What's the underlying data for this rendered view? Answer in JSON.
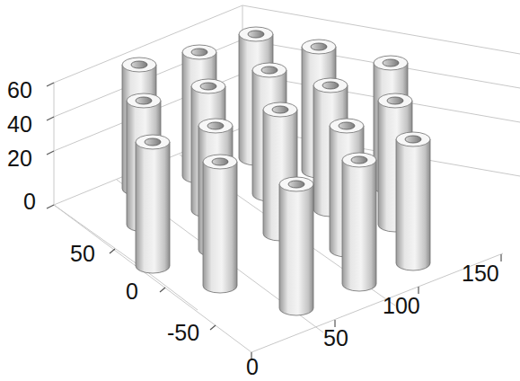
{
  "diagram": {
    "labels": [
      "60",
      "40",
      "20",
      "0",
      "50",
      "0",
      "-50",
      "0",
      "50",
      "100",
      "150"
    ]
  }
}
